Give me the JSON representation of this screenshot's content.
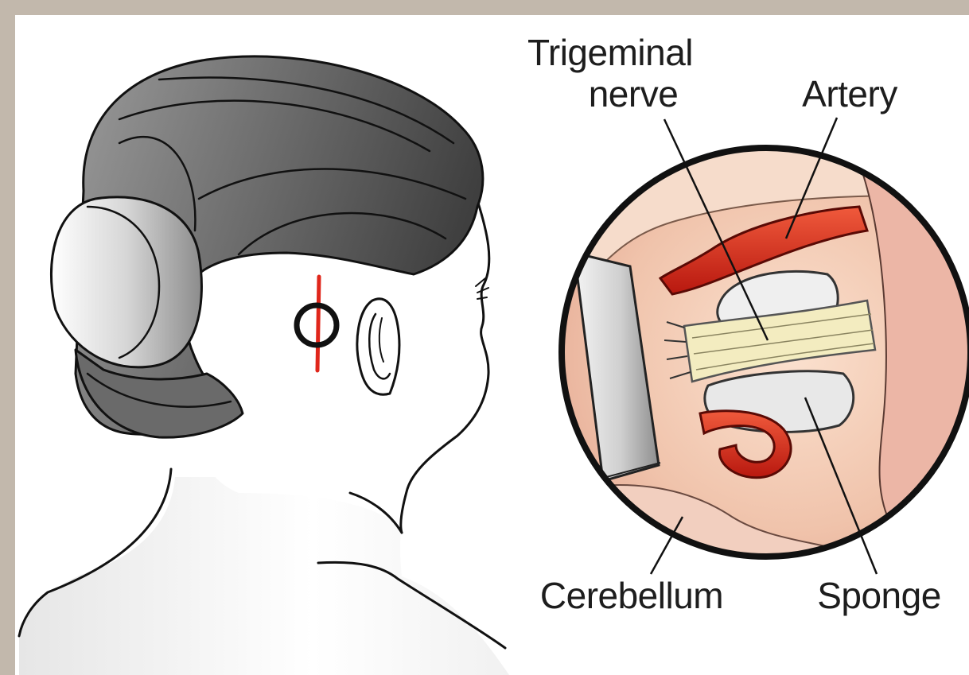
{
  "labels": {
    "trigeminal_line1": "Trigeminal",
    "trigeminal_line2": "nerve",
    "artery": "Artery",
    "cerebellum": "Cerebellum",
    "sponge": "Sponge"
  },
  "colors": {
    "frame": "#c2b8ac",
    "panel": "#ffffff",
    "hair": "#5a5a5a",
    "artery": "#d42b1e",
    "nerve": "#f3ecc0",
    "incision": "#e0261b",
    "outline": "#111111"
  }
}
